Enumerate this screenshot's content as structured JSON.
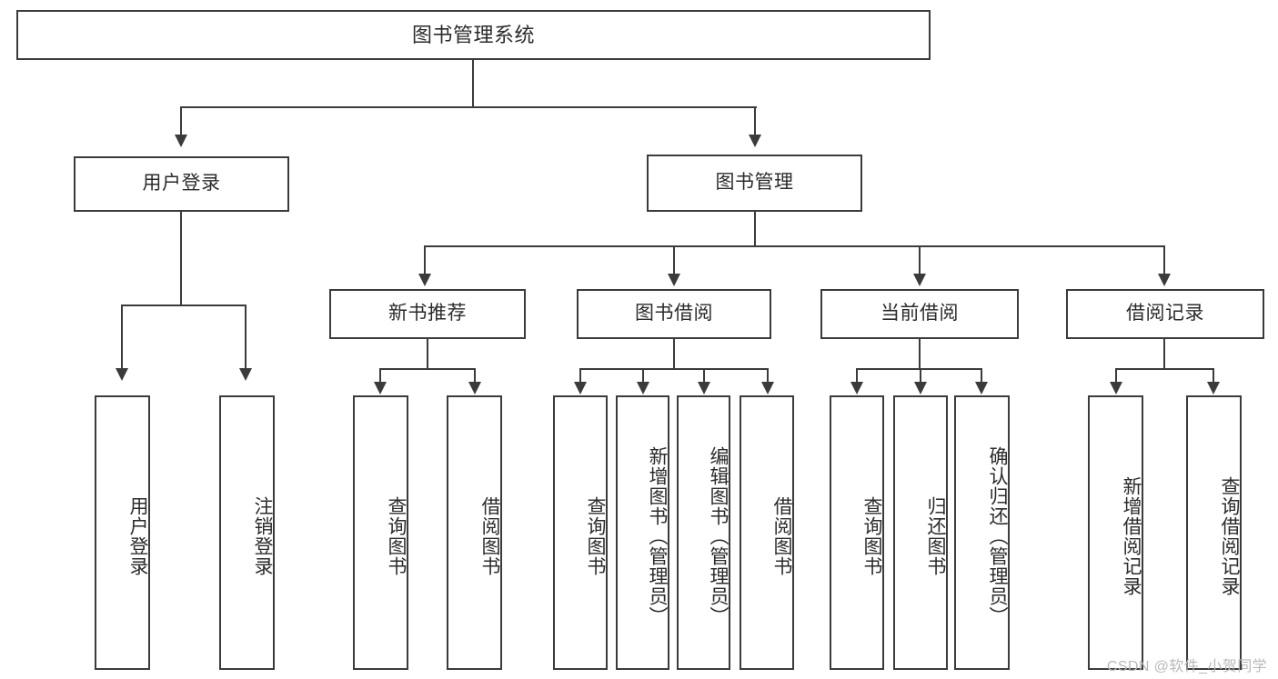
{
  "diagram": {
    "type": "hierarchy-tree",
    "title": "图书管理系统",
    "root": {
      "label": "图书管理系统"
    },
    "level2": [
      {
        "label": "用户登录"
      },
      {
        "label": "图书管理"
      }
    ],
    "level3": [
      {
        "label": "新书推荐"
      },
      {
        "label": "图书借阅"
      },
      {
        "label": "当前借阅"
      },
      {
        "label": "借阅记录"
      }
    ],
    "leaves": {
      "user_login": [
        {
          "label": "用户登录"
        },
        {
          "label": "注销登录"
        }
      ],
      "new_book_recommend": [
        {
          "label": "查询图书"
        },
        {
          "label": "借阅图书"
        }
      ],
      "book_borrow": [
        {
          "label": "查询图书"
        },
        {
          "label": "新增图书（管理员）"
        },
        {
          "label": "编辑图书（管理员）"
        },
        {
          "label": "借阅图书"
        }
      ],
      "current_borrow": [
        {
          "label": "查询图书"
        },
        {
          "label": "归还图书"
        },
        {
          "label": "确认归还（管理员）"
        }
      ],
      "borrow_record": [
        {
          "label": "新增借阅记录"
        },
        {
          "label": "查询借阅记录"
        }
      ]
    }
  },
  "watermark": {
    "text": "CSDN @软件_小贺同学"
  },
  "colors": {
    "stroke": "#3b3b3b",
    "text": "#2b2b2b",
    "background": "#ffffff",
    "watermark": "#b9b9b9"
  }
}
